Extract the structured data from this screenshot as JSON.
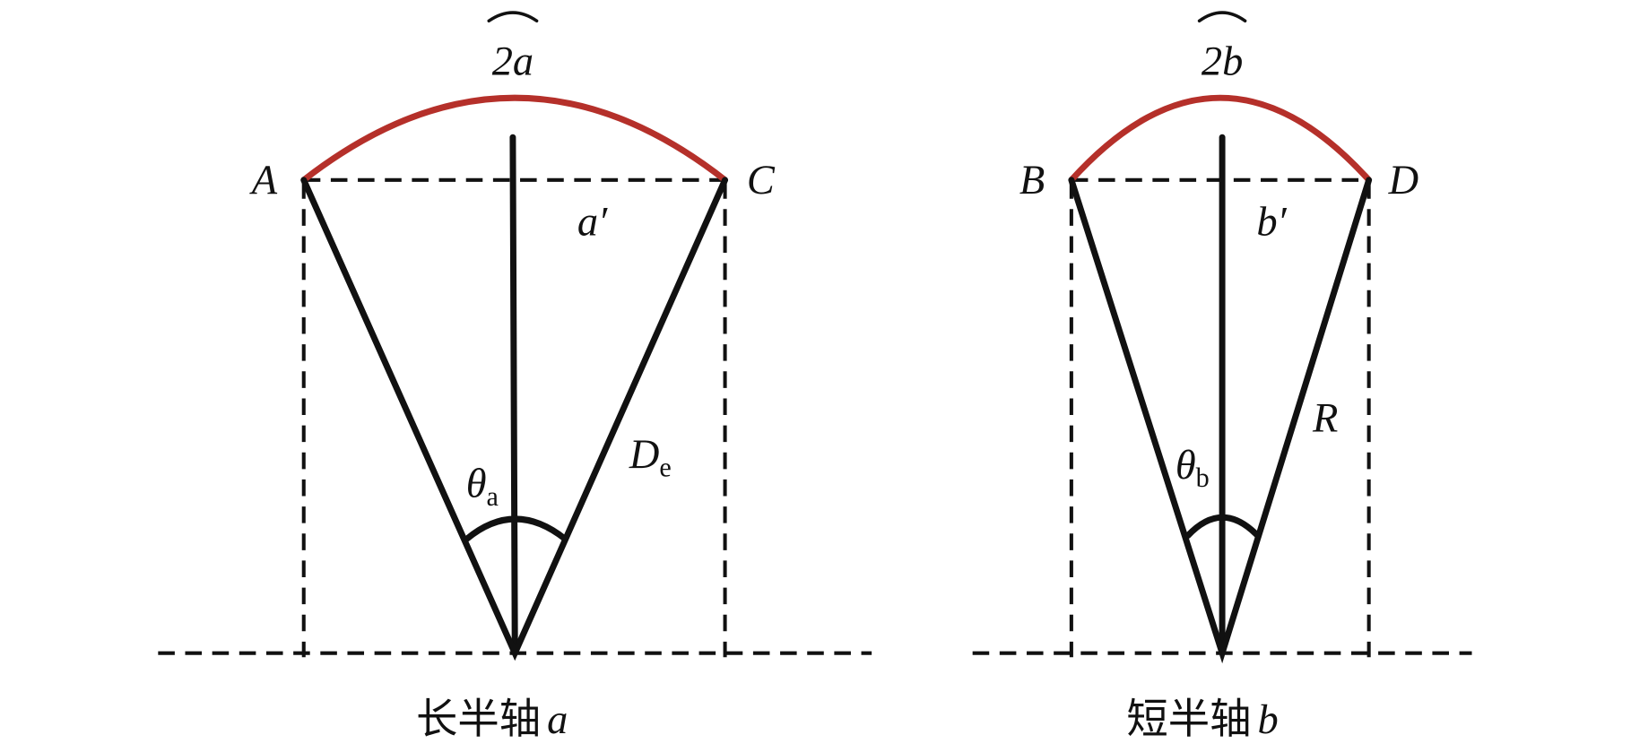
{
  "left": {
    "arc_label": "2a",
    "point_left": "A",
    "point_right": "C",
    "chord_label": "a′",
    "side_label": "D",
    "side_sub": "e",
    "angle_label": "θ",
    "angle_sub": "a",
    "caption": "长半轴",
    "caption_var": "a"
  },
  "right": {
    "arc_label": "2b",
    "point_left": "B",
    "point_right": "D",
    "chord_label": "b′",
    "side_label": "R",
    "angle_label": "θ",
    "angle_sub": "b",
    "caption": "短半轴",
    "caption_var": "b"
  },
  "colors": {
    "arc": "#b5302a",
    "lines": "#111111"
  }
}
